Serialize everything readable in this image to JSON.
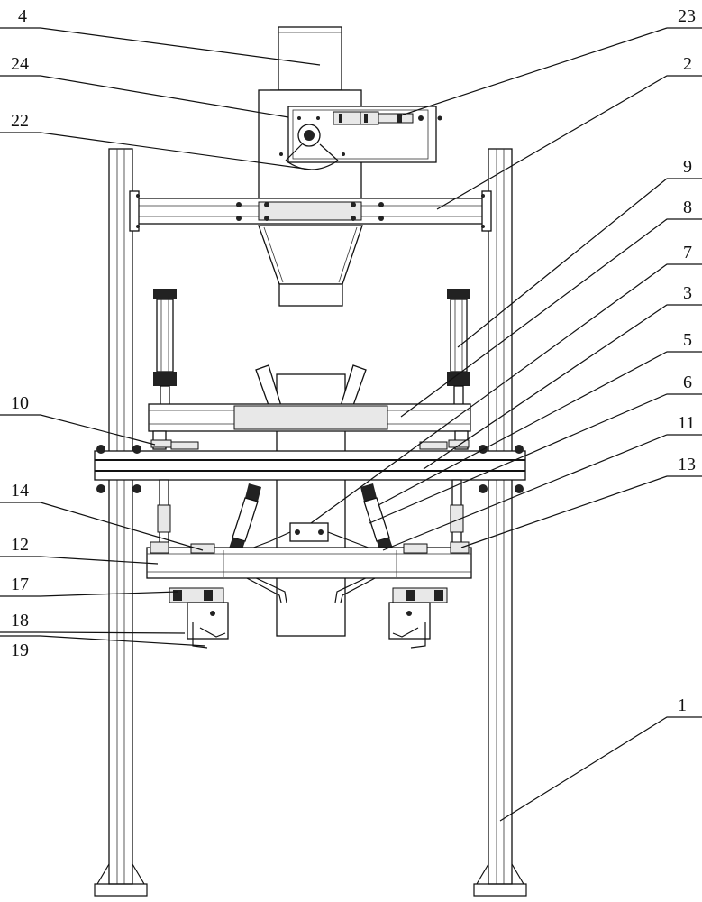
{
  "labels": {
    "l1": "1",
    "l2": "2",
    "l3": "3",
    "l4": "4",
    "l5": "5",
    "l6": "6",
    "l7": "7",
    "l8": "8",
    "l9": "9",
    "l10": "10",
    "l11": "11",
    "l12": "12",
    "l13": "13",
    "l14": "14",
    "l17": "17",
    "l18": "18",
    "l19": "19",
    "l22": "22",
    "l23": "23",
    "l24": "24"
  }
}
